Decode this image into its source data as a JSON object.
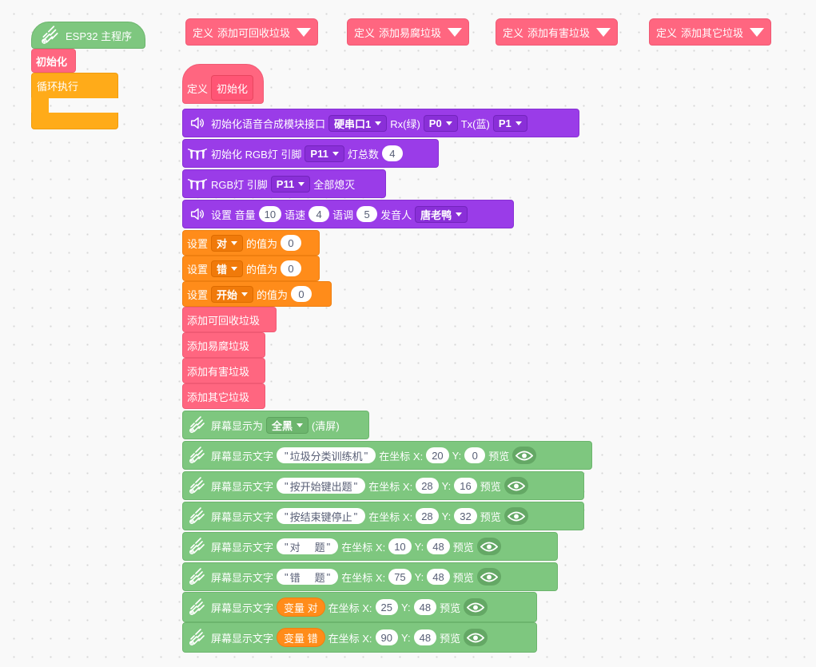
{
  "main_hat": {
    "label": "ESP32 主程序",
    "icon": "rgb-lights-icon"
  },
  "init_call": "初始化",
  "loop": {
    "label": "循环执行"
  },
  "definitions": [
    {
      "prefix": "定义",
      "name": "添加可回收垃圾"
    },
    {
      "prefix": "定义",
      "name": "添加易腐垃圾"
    },
    {
      "prefix": "定义",
      "name": "添加有害垃圾"
    },
    {
      "prefix": "定义",
      "name": "添加其它垃圾"
    }
  ],
  "init_def": {
    "prefix": "定义",
    "name": "初始化"
  },
  "speech_init": {
    "label": "初始化语音合成模块接口",
    "port": "硬串口1",
    "rx_label": "Rx(绿)",
    "rx": "P0",
    "tx_label": "Tx(蓝)",
    "tx": "P1"
  },
  "rgb_init": {
    "label": "初始化 RGB灯 引脚",
    "pin": "P11",
    "count_label": "灯总数",
    "count": "4"
  },
  "rgb_off": {
    "label": "RGB灯 引脚",
    "pin": "P11",
    "action": "全部熄灭"
  },
  "speech_settings": {
    "label": "设置 音量",
    "volume": "10",
    "speed_label": "语速",
    "speed": "4",
    "tone_label": "语调",
    "tone": "5",
    "speaker_label": "发音人",
    "speaker": "唐老鸭"
  },
  "var_sets": [
    {
      "label": "设置",
      "var": "对",
      "value_label": "的值为",
      "value": "0"
    },
    {
      "label": "设置",
      "var": "错",
      "value_label": "的值为",
      "value": "0"
    },
    {
      "label": "设置",
      "var": "开始",
      "value_label": "的值为",
      "value": "0"
    }
  ],
  "calls": [
    "添加可回收垃圾",
    "添加易腐垃圾",
    "添加有害垃圾",
    "添加其它垃圾"
  ],
  "screen_fill": {
    "label": "屏幕显示为",
    "option": "全黑",
    "suffix": "(清屏)"
  },
  "screen_texts": [
    {
      "label": "屏幕显示文字",
      "text_left": "垃圾分类训练机",
      "text_right": "",
      "x_label": "在坐标 X:",
      "x": "20",
      "y_label": "Y:",
      "y": "0",
      "preview": "预览"
    },
    {
      "label": "屏幕显示文字",
      "text_left": "按开始键出题",
      "text_right": "",
      "x_label": "在坐标 X:",
      "x": "28",
      "y_label": "Y:",
      "y": "16",
      "preview": "预览"
    },
    {
      "label": "屏幕显示文字",
      "text_left": "按结束键停止",
      "text_right": "",
      "x_label": "在坐标 X:",
      "x": "28",
      "y_label": "Y:",
      "y": "32",
      "preview": "预览"
    },
    {
      "label": "屏幕显示文字",
      "text_left": "对",
      "text_right": "题",
      "x_label": "在坐标 X:",
      "x": "10",
      "y_label": "Y:",
      "y": "48",
      "preview": "预览"
    },
    {
      "label": "屏幕显示文字",
      "text_left": "错",
      "text_right": "题",
      "x_label": "在坐标 X:",
      "x": "75",
      "y_label": "Y:",
      "y": "48",
      "preview": "预览"
    }
  ],
  "screen_vars": [
    {
      "label": "屏幕显示文字",
      "var": "变量 对",
      "x_label": "在坐标 X:",
      "x": "25",
      "y_label": "Y:",
      "y": "48",
      "preview": "预览"
    },
    {
      "label": "屏幕显示文字",
      "var": "变量 错",
      "x_label": "在坐标 X:",
      "x": "90",
      "y_label": "Y:",
      "y": "48",
      "preview": "预览"
    }
  ],
  "colors": {
    "green": "#7ec77f",
    "purple": "#9a3ce8",
    "orange": "#ff8c1a",
    "pink": "#ff6680",
    "yellow": "#ffab19"
  }
}
